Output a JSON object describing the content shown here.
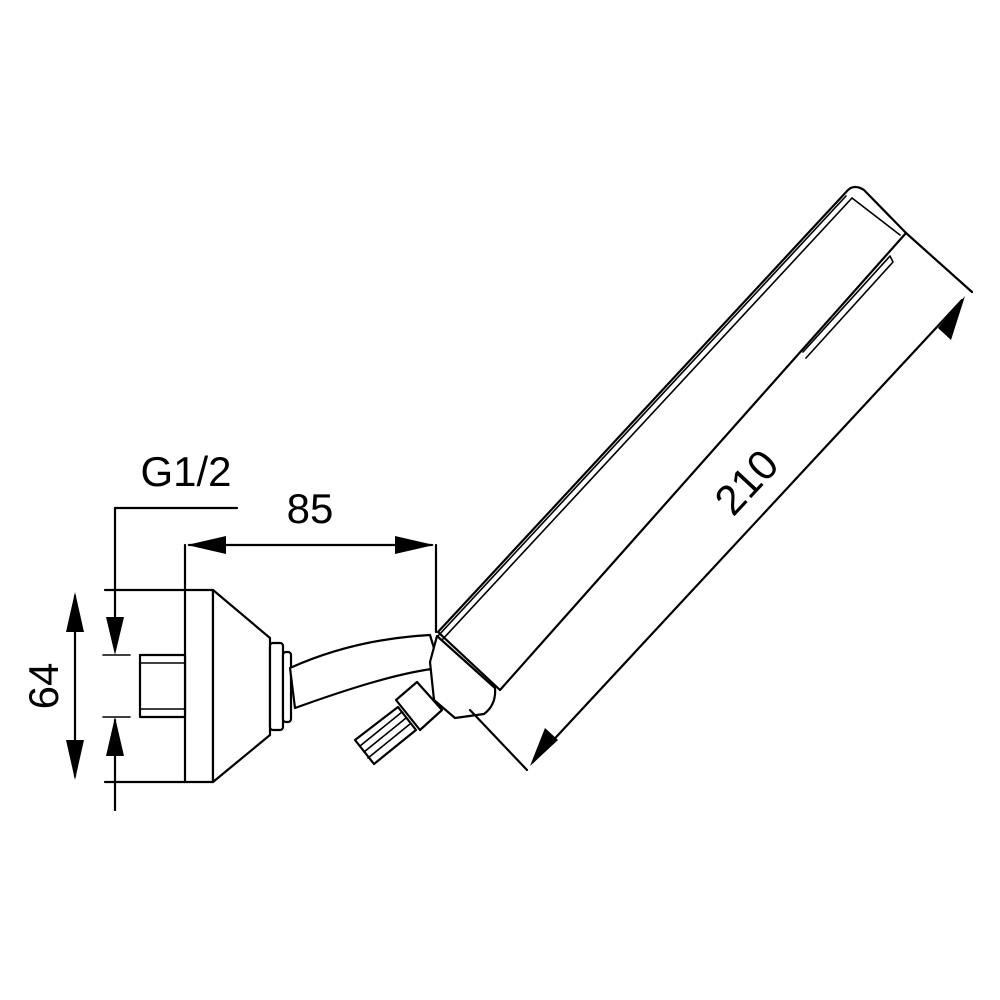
{
  "dimensions": {
    "thread": "G1/2",
    "arm_depth": "85",
    "handset_length": "210",
    "base_height": "64"
  }
}
